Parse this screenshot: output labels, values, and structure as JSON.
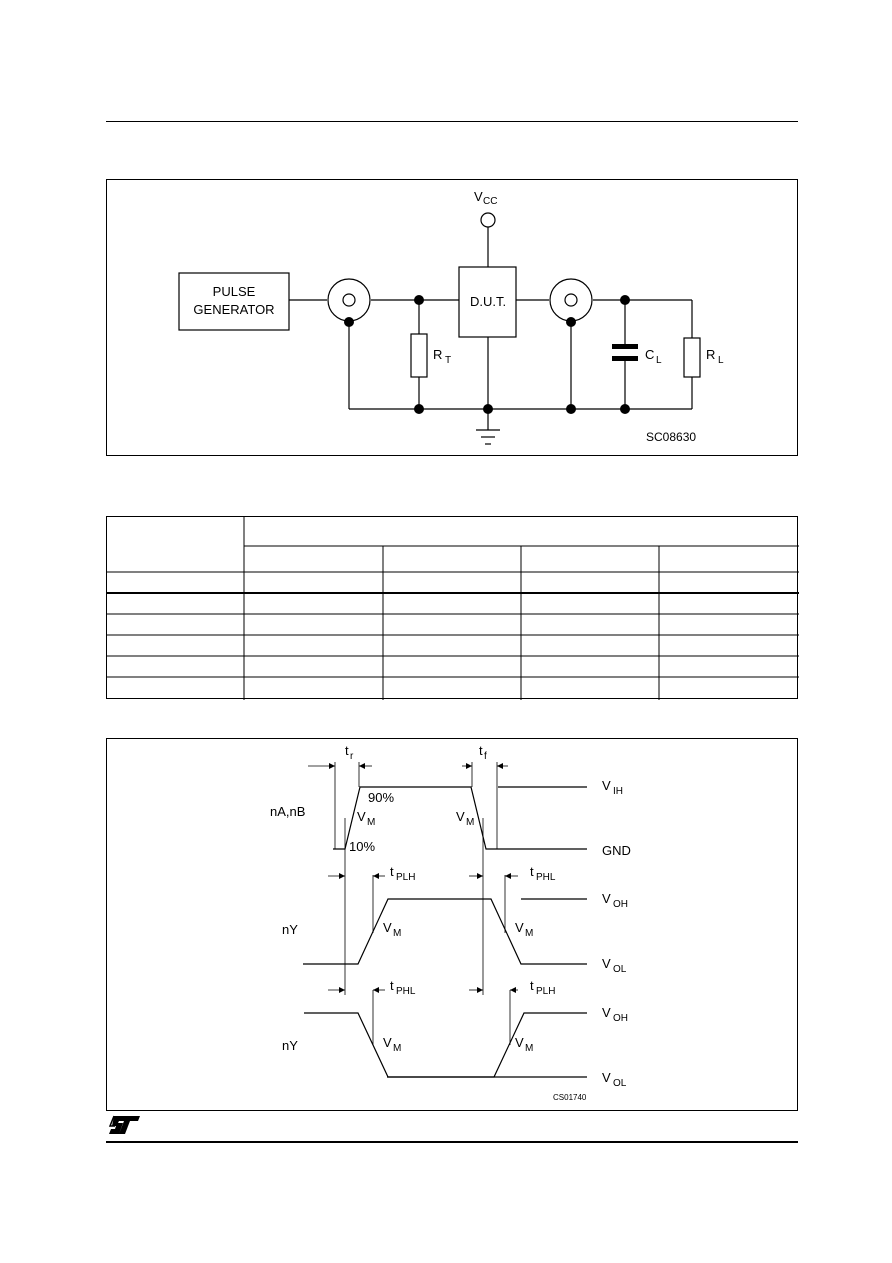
{
  "circuit": {
    "vcc_label": "V",
    "vcc_sub": "CC",
    "pulse_generator_line1": "PULSE",
    "pulse_generator_line2": "GENERATOR",
    "dut_label": "D.U.T.",
    "rt_label": "R",
    "rt_sub": "T",
    "cl_label": "C",
    "cl_sub": "L",
    "rl_label": "R",
    "rl_sub": "L",
    "figure_code": "SC08630"
  },
  "table": {
    "rows": 6,
    "columns": 5
  },
  "waveform": {
    "tr_label": "t",
    "tr_sub": "r",
    "tf_label": "t",
    "tf_sub": "f",
    "input_label": "nA,nB",
    "pct90": "90%",
    "pct10": "10%",
    "vm_label": "V",
    "vm_sub": "M",
    "vih_label": "V",
    "vih_sub": "IH",
    "gnd_label": "GND",
    "tplh_label": "t",
    "tplh_sub": "PLH",
    "tphl_label": "t",
    "tphl_sub": "PHL",
    "output1_label": "nY",
    "output2_label": "nY",
    "voh_label": "V",
    "voh_sub": "OH",
    "vol_label": "V",
    "vol_sub": "OL",
    "figure_code": "CS01740"
  },
  "logo": {
    "name": "st-logo-icon"
  }
}
